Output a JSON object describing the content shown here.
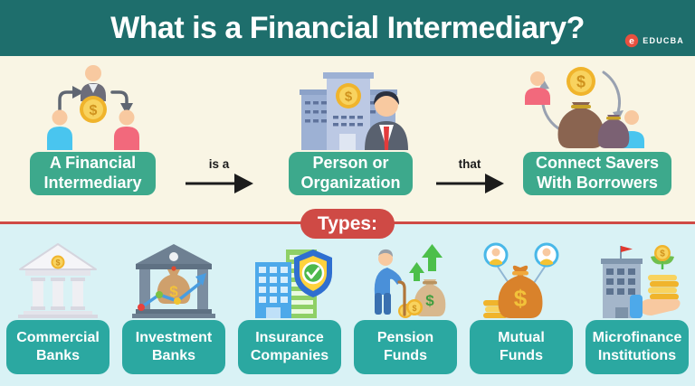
{
  "header": {
    "title": "What is a Financial Intermediary?",
    "brand": "EDUCBA"
  },
  "flow": {
    "nodes": [
      {
        "label": "A Financial\nIntermediary",
        "icon": "people-money-network-icon"
      },
      {
        "label": "Person or\nOrganization",
        "icon": "bank-businessman-icon"
      },
      {
        "label": "Connect Savers\nWith Borrowers",
        "icon": "savers-borrowers-cycle-icon"
      }
    ],
    "connectors": [
      {
        "label": "is a"
      },
      {
        "label": "that"
      }
    ]
  },
  "types": {
    "banner_label": "Types:",
    "items": [
      {
        "label": "Commercial\nBanks",
        "icon": "classical-bank-icon"
      },
      {
        "label": "Investment\nBanks",
        "icon": "bank-growth-chart-icon"
      },
      {
        "label": "Insurance\nCompanies",
        "icon": "buildings-shield-check-icon"
      },
      {
        "label": "Pension\nFunds",
        "icon": "elder-money-growth-icon"
      },
      {
        "label": "Mutual\nFunds",
        "icon": "money-bag-investors-icon"
      },
      {
        "label": "Microfinance\nInstitutions",
        "icon": "building-hand-coins-icon"
      }
    ]
  },
  "colors": {
    "header_bg": "#1e6e6c",
    "top_bg": "#f9f5e4",
    "bottom_bg": "#d9f2f5",
    "flow_box_green": "#3da98c",
    "type_box_teal": "#2ba8a1",
    "accent_red": "#cf4a45",
    "arrow_black": "#1c1c1c",
    "coin_gold": "#f0b42c"
  }
}
